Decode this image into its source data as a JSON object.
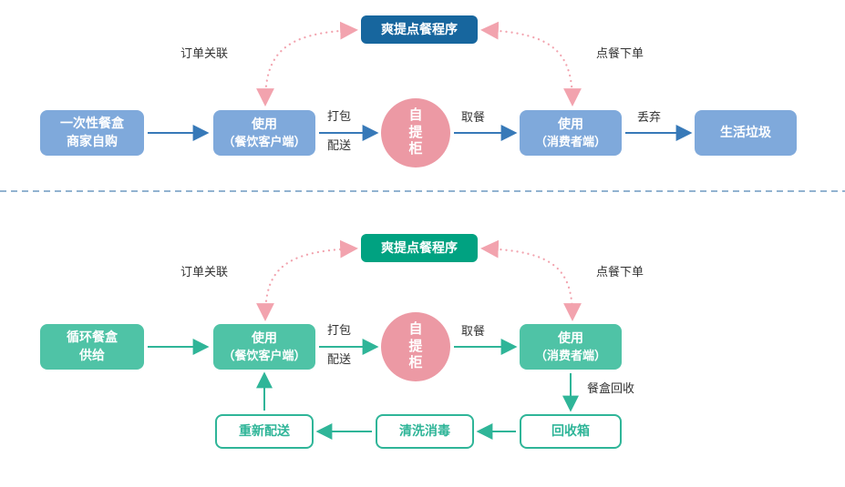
{
  "colors": {
    "blue_box": "#7fa9db",
    "blue_program": "#17669e",
    "blue_arrow": "#3779b8",
    "teal_box": "#4fc3a6",
    "teal_program": "#00a281",
    "teal_arrow": "#2fb598",
    "pink_circle": "#ec99a4",
    "pink_dotted": "#f2a3ae",
    "divider": "#6f9ac0",
    "label_text": "#333333"
  },
  "top": {
    "program": "爽提点餐程序",
    "link_label": "订单关联",
    "order_label": "点餐下单",
    "source_line1": "一次性餐盒",
    "source_line2": "商家自购",
    "merchant_line1": "使用",
    "merchant_line2": "（餐饮客户端）",
    "pack_label": "打包",
    "deliver_label": "配送",
    "locker": "自提柜",
    "pickup_label": "取餐",
    "consumer_line1": "使用",
    "consumer_line2": "（消费者端）",
    "discard_label": "丢弃",
    "trash_label": "生活垃圾"
  },
  "bottom": {
    "program": "爽提点餐程序",
    "link_label": "订单关联",
    "order_label": "点餐下单",
    "source_line1": "循环餐盒",
    "source_line2": "供给",
    "merchant_line1": "使用",
    "merchant_line2": "（餐饮客户端）",
    "pack_label": "打包",
    "deliver_label": "配送",
    "locker": "自提柜",
    "pickup_label": "取餐",
    "consumer_line1": "使用",
    "consumer_line2": "（消费者端）",
    "recycle_label": "餐盒回收",
    "recycle_bin": "回收箱",
    "clean_label": "清洗消毒",
    "redeliver_label": "重新配送"
  }
}
